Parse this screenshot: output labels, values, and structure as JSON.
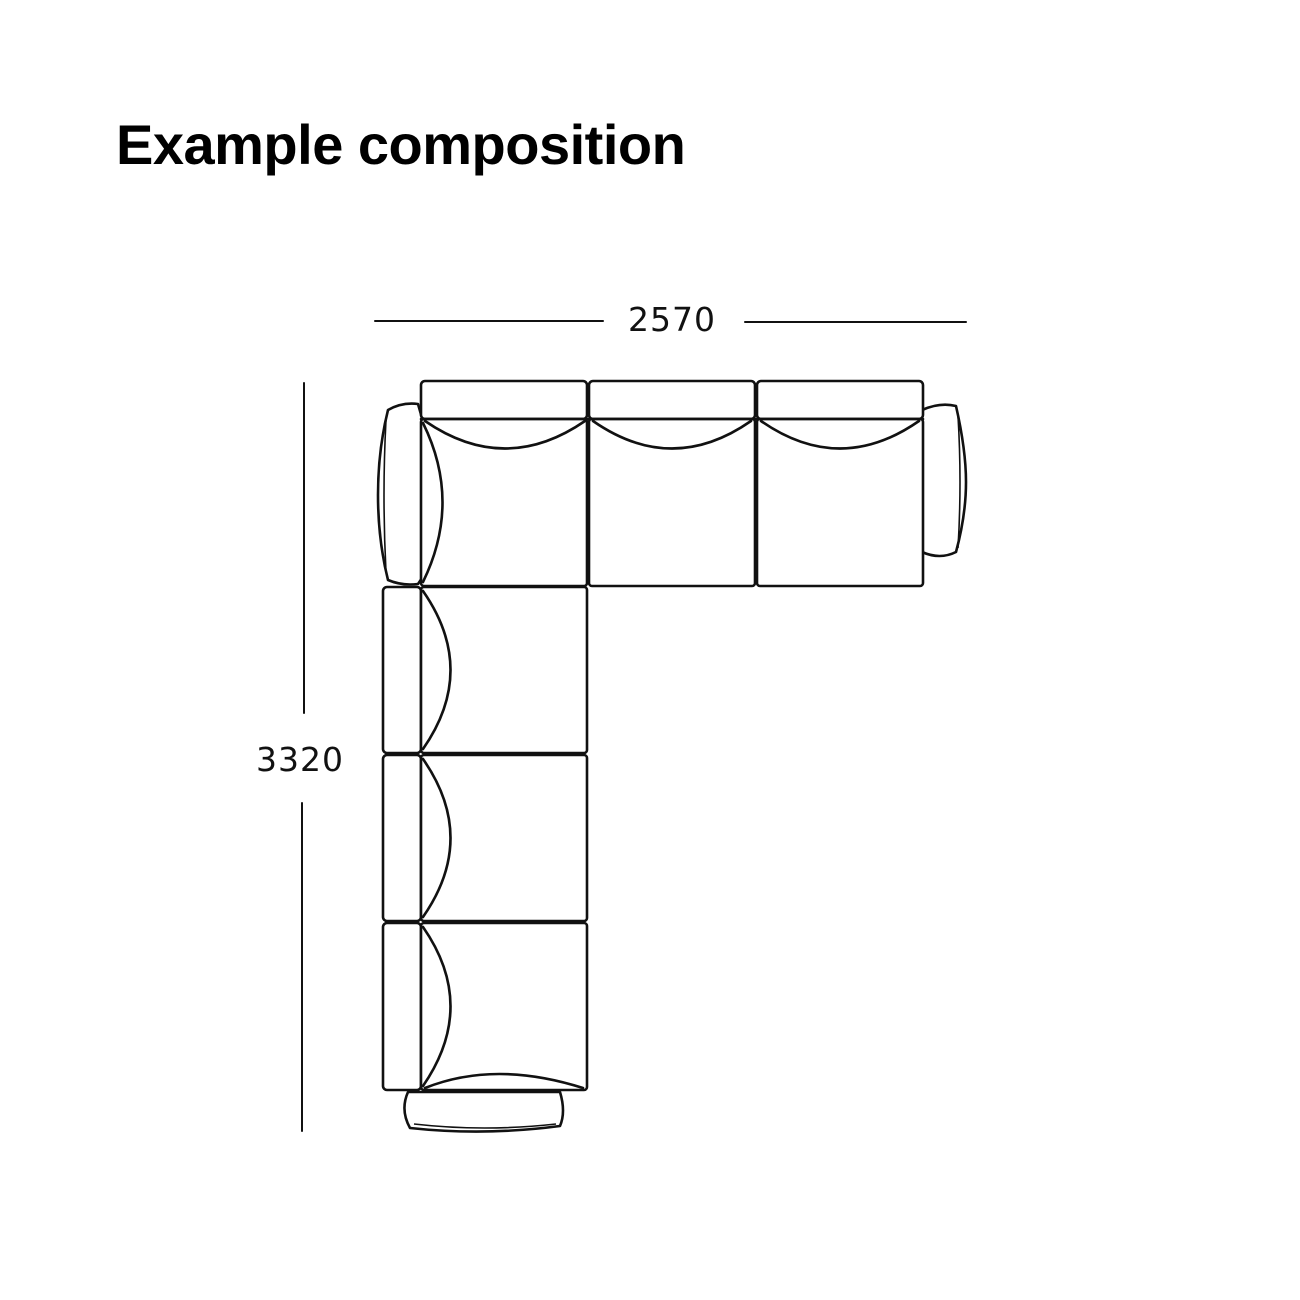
{
  "title": "Example composition",
  "dimensions": {
    "width": "2570",
    "depth": "3320"
  },
  "colors": {
    "background": "#ffffff",
    "line": "#111111"
  }
}
